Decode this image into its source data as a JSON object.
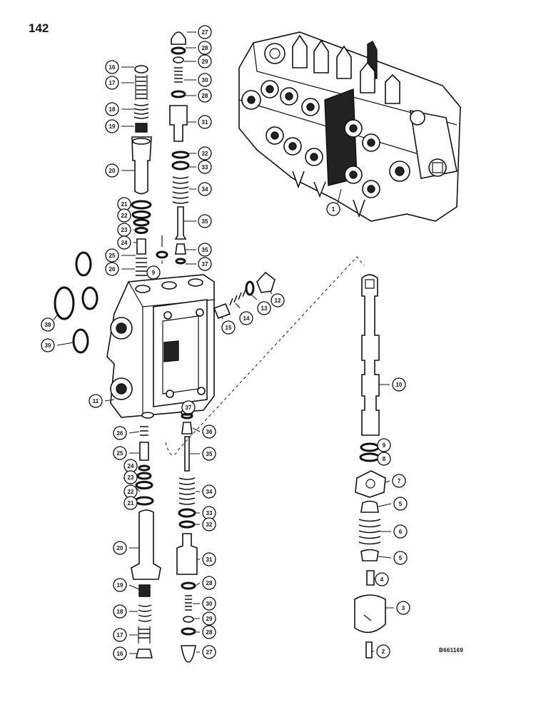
{
  "page": {
    "number": "142",
    "drawing_code": "B661169"
  },
  "callouts": [
    {
      "id": "c27a",
      "label": "27"
    },
    {
      "id": "c28a",
      "label": "28"
    },
    {
      "id": "c29a",
      "label": "29"
    },
    {
      "id": "c30a",
      "label": "30"
    },
    {
      "id": "c28b",
      "label": "28"
    },
    {
      "id": "c31a",
      "label": "31"
    },
    {
      "id": "c32a",
      "label": "32"
    },
    {
      "id": "c33a",
      "label": "33"
    },
    {
      "id": "c34a",
      "label": "34"
    },
    {
      "id": "c35a",
      "label": "35"
    },
    {
      "id": "c35b",
      "label": "35"
    },
    {
      "id": "c37a",
      "label": "37"
    },
    {
      "id": "c16a",
      "label": "16"
    },
    {
      "id": "c17a",
      "label": "17"
    },
    {
      "id": "c18a",
      "label": "18"
    },
    {
      "id": "c19a",
      "label": "19"
    },
    {
      "id": "c20a",
      "label": "20"
    },
    {
      "id": "c21a",
      "label": "21"
    },
    {
      "id": "c22a",
      "label": "22"
    },
    {
      "id": "c23a",
      "label": "23"
    },
    {
      "id": "c24a",
      "label": "24"
    },
    {
      "id": "c25a",
      "label": "25"
    },
    {
      "id": "c26a",
      "label": "26"
    },
    {
      "id": "c9a",
      "label": "9"
    },
    {
      "id": "c12",
      "label": "12"
    },
    {
      "id": "c13",
      "label": "13"
    },
    {
      "id": "c14",
      "label": "14"
    },
    {
      "id": "c15",
      "label": "15"
    },
    {
      "id": "c38",
      "label": "38"
    },
    {
      "id": "c39",
      "label": "39"
    },
    {
      "id": "c11",
      "label": "11"
    },
    {
      "id": "c1",
      "label": "1"
    },
    {
      "id": "c37b",
      "label": "37"
    },
    {
      "id": "c36",
      "label": "36"
    },
    {
      "id": "c35c",
      "label": "35"
    },
    {
      "id": "c34b",
      "label": "34"
    },
    {
      "id": "c33b",
      "label": "33"
    },
    {
      "id": "c32b",
      "label": "32"
    },
    {
      "id": "c31b",
      "label": "31"
    },
    {
      "id": "c28c",
      "label": "28"
    },
    {
      "id": "c30b",
      "label": "30"
    },
    {
      "id": "c29b",
      "label": "29"
    },
    {
      "id": "c28d",
      "label": "28"
    },
    {
      "id": "c27b",
      "label": "27"
    },
    {
      "id": "c26b",
      "label": "26"
    },
    {
      "id": "c25b",
      "label": "25"
    },
    {
      "id": "c24b",
      "label": "24"
    },
    {
      "id": "c23b",
      "label": "23"
    },
    {
      "id": "c22b",
      "label": "22"
    },
    {
      "id": "c21b",
      "label": "21"
    },
    {
      "id": "c20b",
      "label": "20"
    },
    {
      "id": "c19b",
      "label": "19"
    },
    {
      "id": "c18b",
      "label": "18"
    },
    {
      "id": "c17b",
      "label": "17"
    },
    {
      "id": "c16b",
      "label": "16"
    },
    {
      "id": "c10",
      "label": "10"
    },
    {
      "id": "c9b",
      "label": "9"
    },
    {
      "id": "c8",
      "label": "8"
    },
    {
      "id": "c7",
      "label": "7"
    },
    {
      "id": "c5a",
      "label": "5"
    },
    {
      "id": "c6",
      "label": "6"
    },
    {
      "id": "c5b",
      "label": "5"
    },
    {
      "id": "c4",
      "label": "4"
    },
    {
      "id": "c3",
      "label": "3"
    },
    {
      "id": "c2",
      "label": "2"
    }
  ]
}
